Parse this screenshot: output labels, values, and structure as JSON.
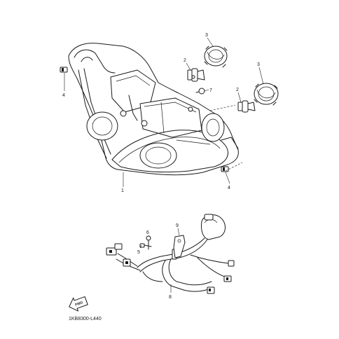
{
  "callouts": {
    "c1": "1",
    "c2a": "2",
    "c2b": "2",
    "c3a": "3",
    "c3b": "3",
    "c4a": "4",
    "c4b": "4",
    "c5": "5",
    "c6": "6",
    "c7": "7",
    "c8": "8",
    "c9": "9"
  },
  "fwd_label": "FWD",
  "drawing_code": "1KB8300-L440"
}
